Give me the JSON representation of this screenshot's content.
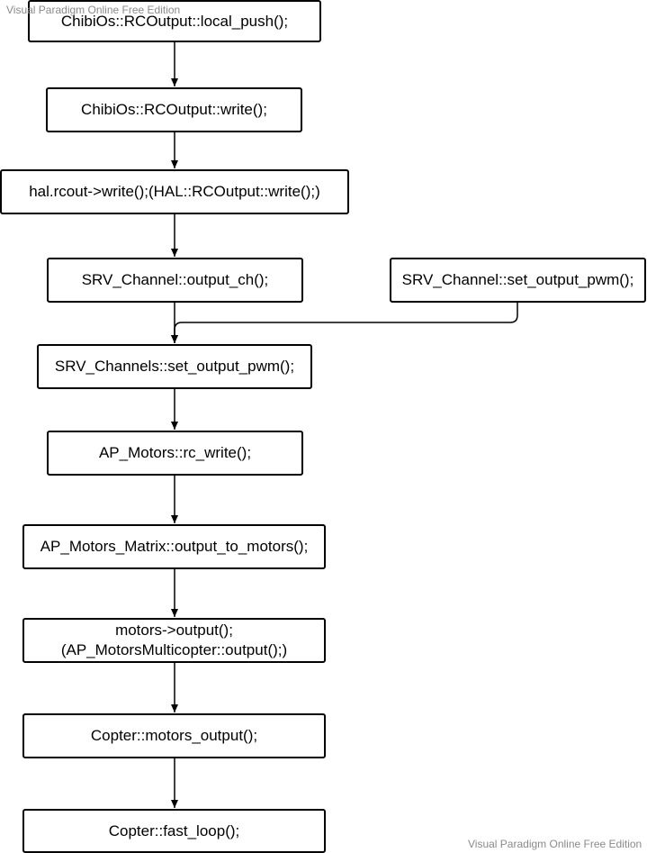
{
  "watermark_top": "Visual Paradigm Online Free Edition",
  "watermark_bottom": "Visual Paradigm Online Free Edition",
  "nodes": {
    "local_push": "ChibiOs::RCOutput::local_push();",
    "write": "ChibiOs::RCOutput::write();",
    "hal_write": "hal.rcout->write();(HAL::RCOutput::write();)",
    "output_ch": "SRV_Channel::output_ch();",
    "set_output_pwm": "SRV_Channel::set_output_pwm();",
    "channels_set_output_pwm": "SRV_Channels::set_output_pwm();",
    "rc_write": "AP_Motors::rc_write();",
    "output_to_motors": "AP_Motors_Matrix::output_to_motors();",
    "motors_output_line1": "motors->output();",
    "motors_output_line2": "(AP_MotorsMulticopter::output();)",
    "copter_motors_output": "Copter::motors_output();",
    "fast_loop": "Copter::fast_loop();"
  }
}
